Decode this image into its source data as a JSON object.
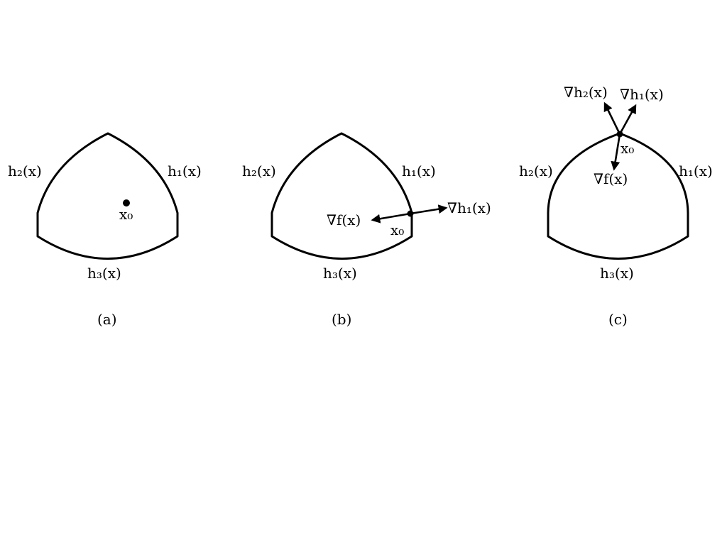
{
  "panels": {
    "a": {
      "caption": "(a)",
      "h1": "h₁(x)",
      "h2": "h₂(x)",
      "h3": "h₃(x)",
      "x0": "x₀"
    },
    "b": {
      "caption": "(b)",
      "h1": "h₁(x)",
      "h2": "h₂(x)",
      "h3": "h₃(x)",
      "x0": "x₀",
      "grad_f": "∇f(x)",
      "grad_h1": "∇h₁(x)"
    },
    "c": {
      "caption": "(c)",
      "h1": "h₁(x)",
      "h2": "h₂(x)",
      "h3": "h₃(x)",
      "x0": "x₀",
      "grad_f": "∇f(x)",
      "grad_h1": "∇h₁(x)",
      "grad_h2": "∇h₂(x)"
    }
  }
}
